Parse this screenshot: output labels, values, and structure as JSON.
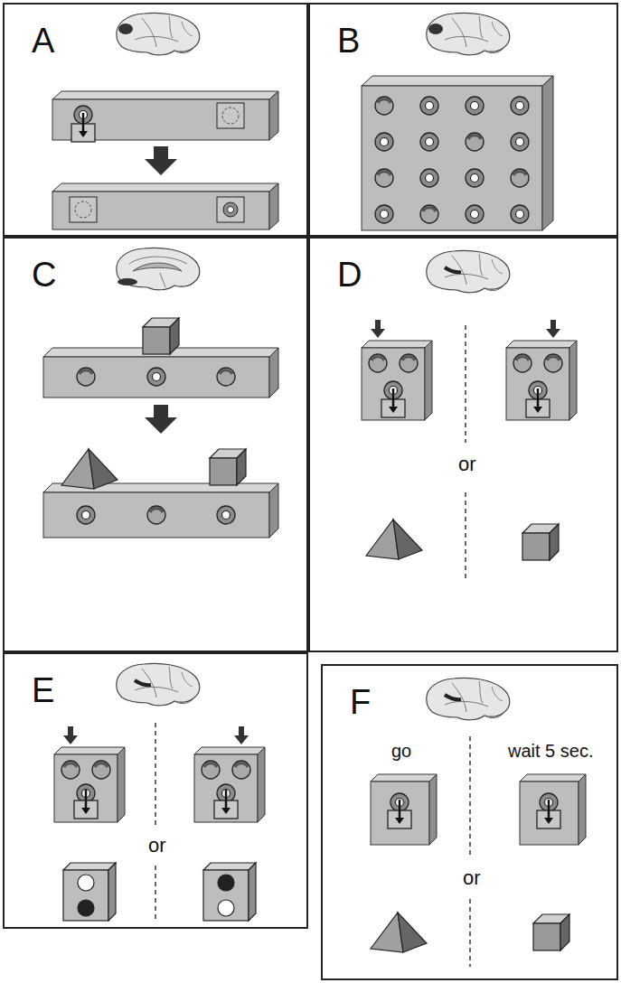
{
  "diagram": {
    "nodes": [
      {
        "text": [
          "A"
        ]
      },
      {
        "text": [
          "B"
        ]
      },
      {
        "text": [
          "C"
        ]
      },
      {
        "text": [
          "D",
          "or"
        ]
      },
      {
        "text": [
          "E",
          "or"
        ]
      },
      {
        "text": [
          "F",
          "go",
          "wait 5 sec.",
          "or"
        ]
      }
    ]
  }
}
